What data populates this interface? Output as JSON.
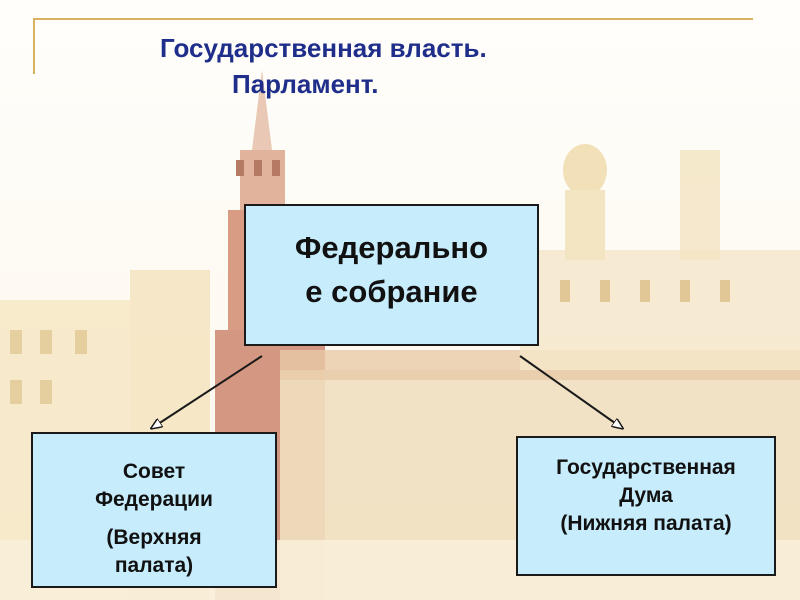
{
  "title": {
    "line1": "Государственная власть.",
    "line2": "Парламент."
  },
  "nodes": {
    "root": {
      "line1": "Федерально",
      "line2": "е собрание"
    },
    "left": {
      "line1": "Совет",
      "line2": "Федерации",
      "line3": "(Верхняя",
      "line4": "палата)"
    },
    "right": {
      "line1": "Государственная",
      "line2": "Дума",
      "line3": "(Нижняя палата)"
    }
  },
  "colors": {
    "title": "#1f2e8a",
    "box_fill": "#c7ecfc",
    "box_border": "#1a1a1a",
    "accent_line": "#d8b25e"
  }
}
